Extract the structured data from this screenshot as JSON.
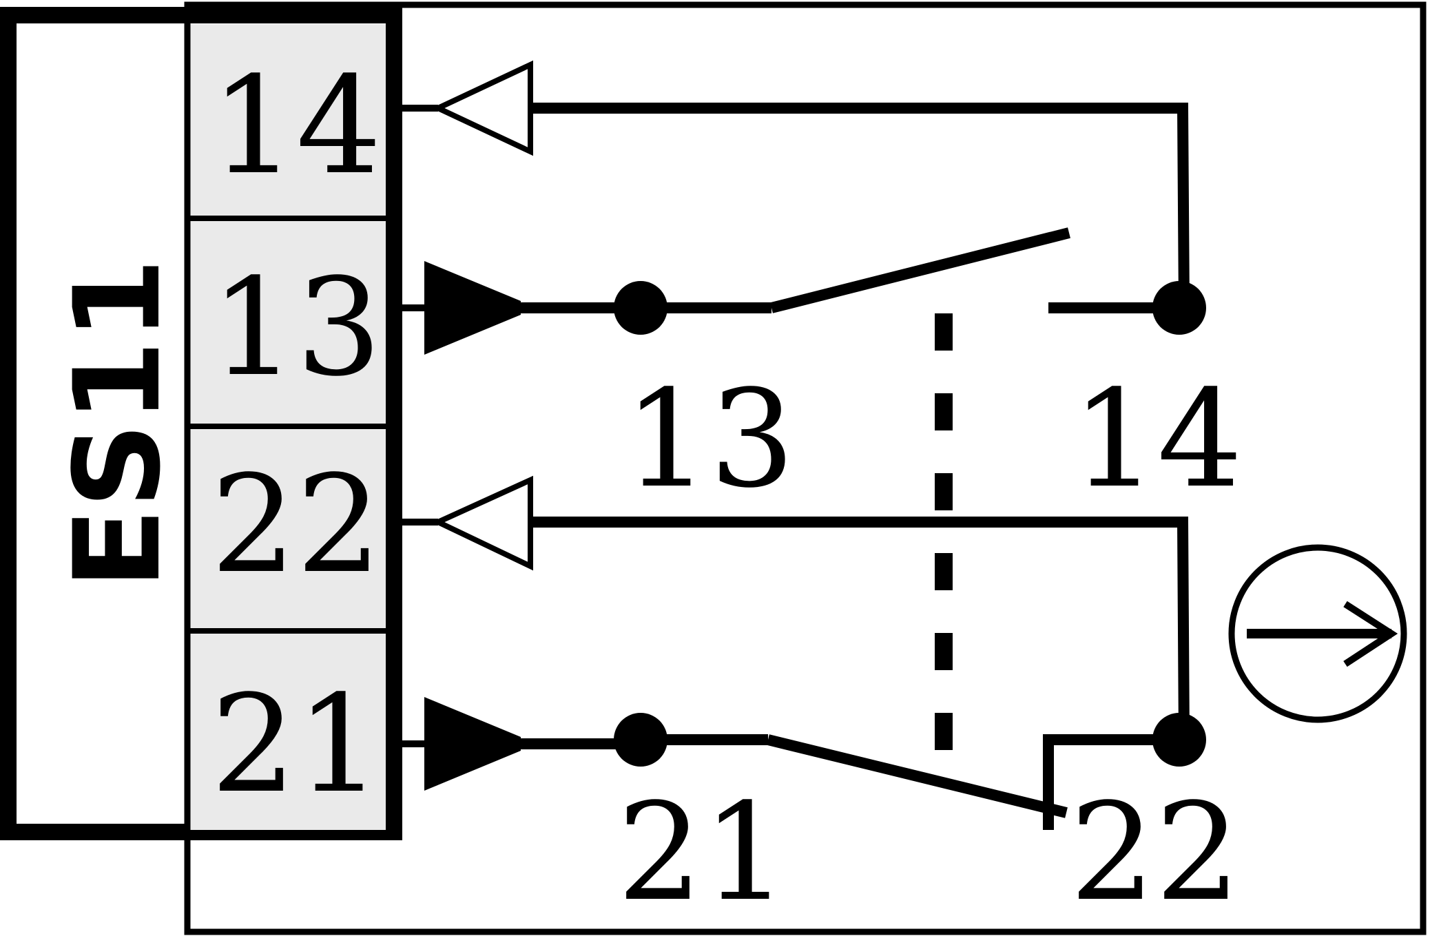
{
  "colors": {
    "line": "#000000",
    "background": "#ffffff",
    "terminal_fill": "#eaeaea"
  },
  "device": {
    "name": "ES11"
  },
  "terminal_strip": {
    "terminals": [
      {
        "label": "14"
      },
      {
        "label": "13"
      },
      {
        "label": "22"
      },
      {
        "label": "21"
      }
    ]
  },
  "contacts": {
    "no_contact": {
      "left_label": "13",
      "right_label": "14"
    },
    "nc_contact": {
      "left_label": "21",
      "right_label": "22"
    }
  },
  "symbols": {
    "actuator": "positive-opening-arrow-icon",
    "mechanical_link": "dashed-linkage"
  }
}
